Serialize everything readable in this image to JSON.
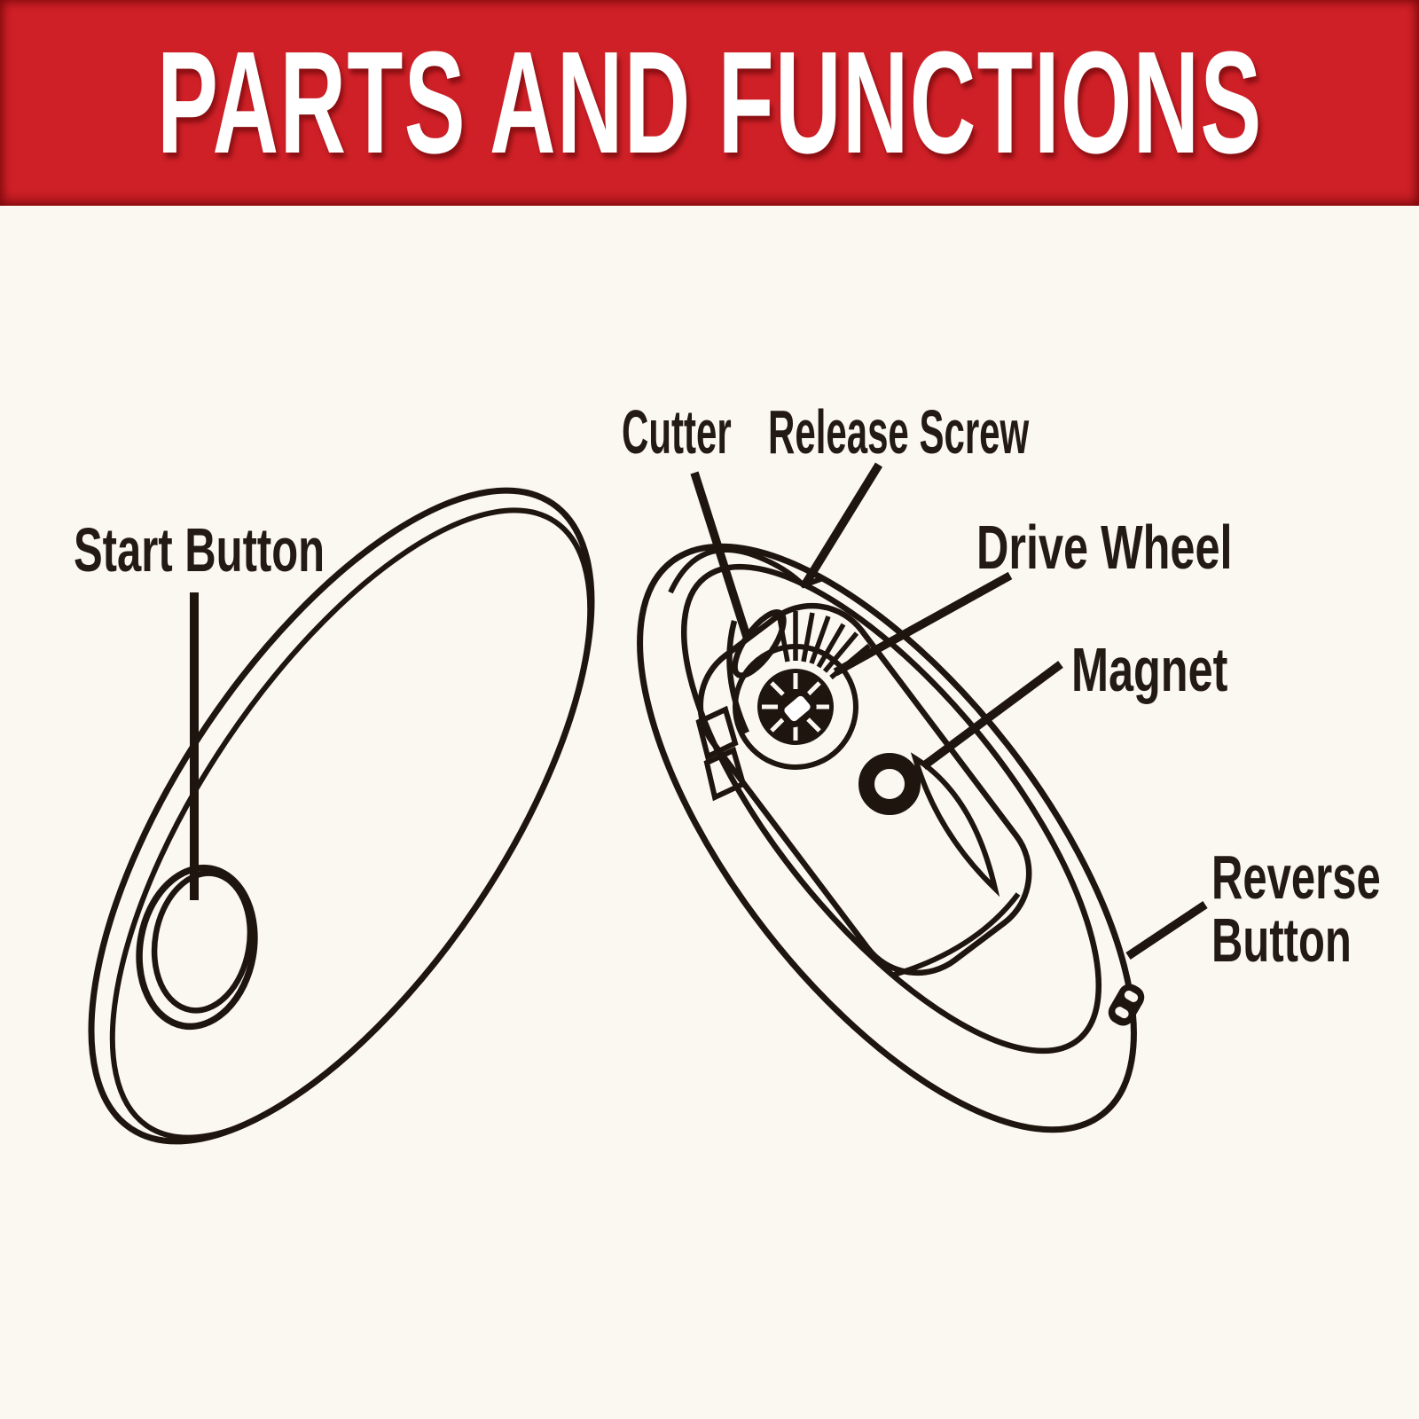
{
  "banner": {
    "title": "PARTS AND FUNCTIONS",
    "bg_color": "#cf2027",
    "text_color": "#ffffff"
  },
  "page": {
    "background_color": "#fbf8f1",
    "ink_color": "#1e150e",
    "label_color": "#221a13"
  },
  "labels": {
    "start_button": "Start Button",
    "cutter": "Cutter",
    "release_screw": "Release Screw",
    "drive_wheel": "Drive Wheel",
    "magnet": "Magnet",
    "reverse_button": "Reverse Button"
  }
}
